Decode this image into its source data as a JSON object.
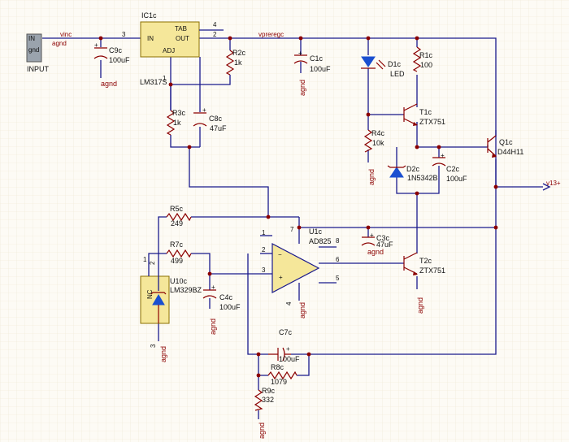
{
  "nets": {
    "vinc": "vinc",
    "agnd_in": "agnd",
    "vpreregc": "vpreregc",
    "v13": "v13+",
    "agnd": "agnd"
  },
  "connector": {
    "pin1": "IN",
    "pin2": "gnd",
    "label": "INPUT"
  },
  "ic1c": {
    "ref": "IC1c",
    "value": "LM317S",
    "tab": "TAB",
    "in": "IN",
    "out": "OUT",
    "adj": "ADJ",
    "p1": "1",
    "p2": "2",
    "p3": "3",
    "p4": "4"
  },
  "c9c": {
    "ref": "C9c",
    "value": "100uF",
    "gnd": "agnd"
  },
  "r2c": {
    "ref": "R2c",
    "value": "1k"
  },
  "r3c": {
    "ref": "R3c",
    "value": "1k"
  },
  "c8c": {
    "ref": "C8c",
    "value": "47uF"
  },
  "c1c": {
    "ref": "C1c",
    "value": "100uF",
    "gnd": "agnd"
  },
  "d1c": {
    "ref": "D1c",
    "value": "LED"
  },
  "r1c": {
    "ref": "R1c",
    "value": "100"
  },
  "t1c": {
    "ref": "T1c",
    "value": "ZTX751"
  },
  "r4c": {
    "ref": "R4c",
    "value": "10k",
    "gnd": "agnd"
  },
  "q1c": {
    "ref": "Q1c",
    "value": "D44H11"
  },
  "d2c": {
    "ref": "D2c",
    "value": "1N5342B"
  },
  "c2c": {
    "ref": "C2c",
    "value": "100uF"
  },
  "r5c": {
    "ref": "R5c",
    "value": "249"
  },
  "r7c": {
    "ref": "R7c",
    "value": "499"
  },
  "u10c": {
    "ref": "U10c",
    "value": "LM329BZ",
    "nc": "NC",
    "p1": "1",
    "p2": "2",
    "p3": "3",
    "gnd": "agnd"
  },
  "c4c": {
    "ref": "C4c",
    "value": "100uF",
    "gnd": "agnd"
  },
  "u1c": {
    "ref": "U1c",
    "value": "AD825",
    "p1": "1",
    "p2": "2",
    "p3": "3",
    "p4": "4",
    "p5": "5",
    "p6": "6",
    "p7": "7",
    "p8": "8",
    "minus": "−",
    "plus": "+",
    "gnd": "agnd"
  },
  "c3c": {
    "ref": "C3c",
    "value": "47uF",
    "gnd": "agnd"
  },
  "t2c": {
    "ref": "T2c",
    "value": "ZTX751",
    "gnd": "agnd"
  },
  "c7c": {
    "ref": "C7c",
    "value": "100uF"
  },
  "r8c": {
    "ref": "R8c",
    "value": "1079"
  },
  "r9c": {
    "ref": "R9c",
    "value": "332",
    "gnd": "agnd"
  }
}
